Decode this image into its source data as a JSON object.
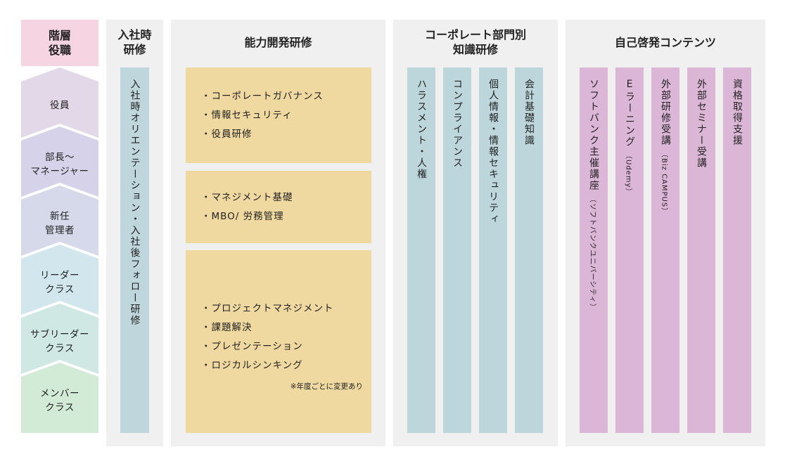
{
  "header": {
    "rank": "階層\n役職",
    "onboarding": "入社時\n研修",
    "skills": "能力開発研修",
    "corporate": "コーポレート部門別\n知識研修",
    "self_dev": "自己啓発コンテンツ"
  },
  "levels": [
    {
      "label": "役員",
      "color": "#e3d8e8"
    },
    {
      "label": "部長〜\nマネージャー",
      "color": "#d6d2ea"
    },
    {
      "label": "新任\n管理者",
      "color": "#d5d9ea"
    },
    {
      "label": "リーダー\nクラス",
      "color": "#d2e6ee"
    },
    {
      "label": "サブリーダー\nクラス",
      "color": "#cfe8e4"
    },
    {
      "label": "メンバー\nクラス",
      "color": "#d2ebd7"
    }
  ],
  "onboarding_column": "入社時オリエンテーション・入社後フォロー研修",
  "skills_boxes": [
    {
      "items": [
        "・コーポレートガバナンス",
        "・情報セキュリティ",
        "・役員研修"
      ]
    },
    {
      "items": [
        "・マネジメント基礎",
        "・MBO/ 労務管理"
      ]
    },
    {
      "items": [
        "・プロジェクトマネジメント",
        "・課題解決",
        "・プレゼンテーション",
        "・ロジカルシンキング"
      ]
    }
  ],
  "skills_note": "※年度ごとに変更あり",
  "corporate_columns": [
    {
      "label": "ハラスメント・人権"
    },
    {
      "label": "コンプライアンス"
    },
    {
      "label": "個人情報・情報セキュリティ"
    },
    {
      "label": "会計基礎知識"
    }
  ],
  "self_dev_columns": [
    {
      "label": "ソフトバンク主催講座",
      "note": "（ソフトバンクユニバーシティ）"
    },
    {
      "label": "Eラーニング",
      "note": "（Udemy）"
    },
    {
      "label": "外部研修受講",
      "note": "（Biz CAMPUS）"
    },
    {
      "label": "外部セミナー受講",
      "note": ""
    },
    {
      "label": "資格取得支援",
      "note": ""
    }
  ],
  "colors": {
    "rank_header": "#f7d4e2",
    "panel": "#f0f0f0",
    "onboarding_col": "#bfd6dc",
    "skills_box": "#f0d9a0",
    "corporate_col": "#bcd6db",
    "self_dev_col": "#dbb6d6"
  }
}
